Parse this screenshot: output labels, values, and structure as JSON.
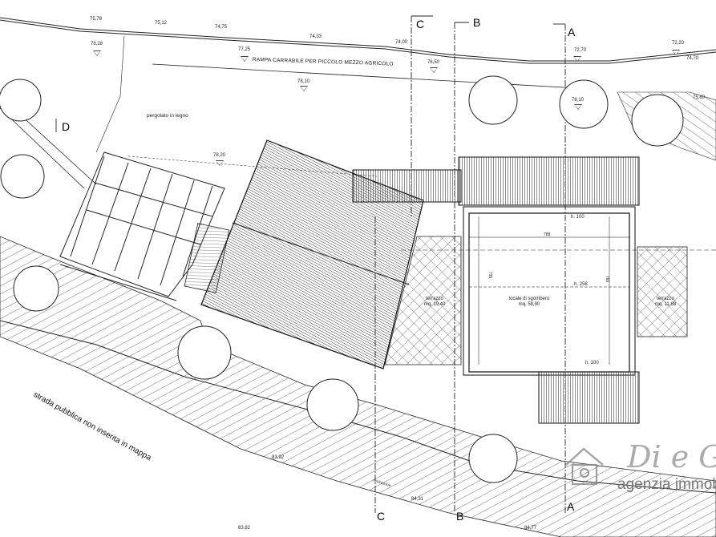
{
  "labels": {
    "ramp": "RAMPA CARRABILE PER PICCOLO MEZZO AGRICOLO",
    "pergola": "pergolato in legno",
    "street": "strada pubblica non inserita in mappa",
    "recinzione": "recinzione"
  },
  "sections": {
    "a_top": "A",
    "b_top": "B",
    "c_top": "C",
    "d_top": "D",
    "a_bottom": "A",
    "b_bottom": "B",
    "c_bottom": "C"
  },
  "elevations": {
    "e1": "75,78",
    "e2": "75,12",
    "e3": "74,75",
    "e4": "74,33",
    "e5": "74,00",
    "e6": "72,70",
    "e7": "72,20",
    "e8": "74,70",
    "e9": "78,28",
    "e10": "77,25",
    "e11": "76,50",
    "e12": "75,60",
    "e13": "78,10",
    "e14": "78,10",
    "e15": "78,20",
    "e16": "83,92",
    "e17": "84,31",
    "e18": "83,82",
    "e19": "84,77"
  },
  "rooms": {
    "terrace_left_name": "terrazzo",
    "terrace_left_area": "mq. 19,40",
    "main_name": "locale di sgombero",
    "main_area": "mq. 58,90",
    "terrace_right_name": "terrazzo",
    "terrace_right_area": "mq. 11,88"
  },
  "dimensions": {
    "h100_top": "h. 100",
    "h258": "h. 258",
    "h100_bottom": "h. 100",
    "w788": "788",
    "v735": "735",
    "v760": "760"
  },
  "logo": {
    "script": "Di e G",
    "subtitle": "agenzia immobi"
  },
  "colors": {
    "ink": "#222222",
    "watermark": "#808080"
  }
}
